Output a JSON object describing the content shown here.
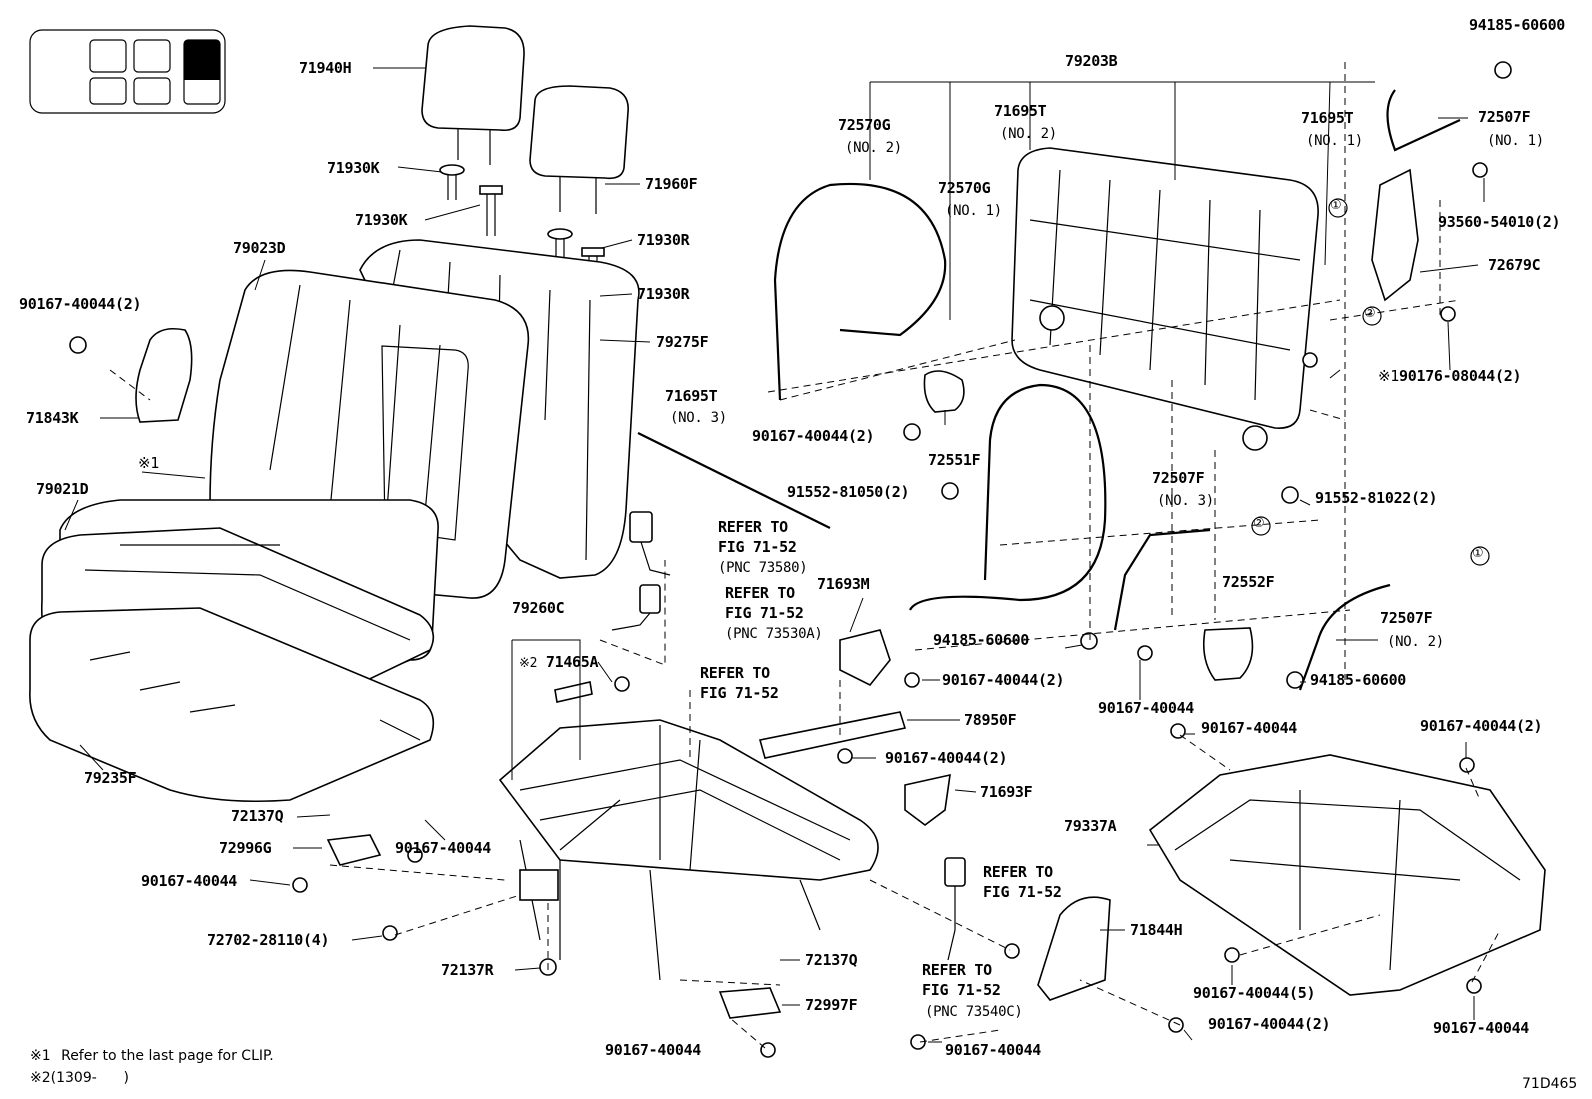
{
  "diagram_id": "71D465",
  "legend": {
    "icon": "seat-layout-icon",
    "highlight_color": "#000000"
  },
  "parts": [
    {
      "code": "71940H"
    },
    {
      "code": "71930K"
    },
    {
      "code": "71930K"
    },
    {
      "code": "71960F"
    },
    {
      "code": "71930R"
    },
    {
      "code": "71930R"
    },
    {
      "code": "79023D"
    },
    {
      "code": "79275F"
    },
    {
      "code": "90167-40044(2)"
    },
    {
      "code": "71843K"
    },
    {
      "code": "79021D"
    },
    {
      "code": "79235F"
    },
    {
      "code": "72137Q"
    },
    {
      "code": "72996G"
    },
    {
      "code": "90167-40044"
    },
    {
      "code": "90167-40044"
    },
    {
      "code": "72702-28110(4)"
    },
    {
      "code": "72137R"
    },
    {
      "code": "79260C"
    },
    {
      "code": "71465A"
    },
    {
      "code": "71695T",
      "sub": "(NO. 3)"
    },
    {
      "code": "71693M"
    },
    {
      "code": "90167-40044(2)"
    },
    {
      "code": "78950F"
    },
    {
      "code": "90167-40044(2)"
    },
    {
      "code": "71693F"
    },
    {
      "code": "72137Q"
    },
    {
      "code": "72997F"
    },
    {
      "code": "90167-40044"
    },
    {
      "code": "90167-40044"
    },
    {
      "code": "79203B"
    },
    {
      "code": "72570G",
      "sub": "(NO. 2)"
    },
    {
      "code": "72570G",
      "sub": "(NO. 1)"
    },
    {
      "code": "71695T",
      "sub": "(NO. 2)"
    },
    {
      "code": "71695T",
      "sub": "(NO. 1)"
    },
    {
      "code": "94185-60600"
    },
    {
      "code": "72507F",
      "sub": "(NO. 1)"
    },
    {
      "code": "93560-54010(2)"
    },
    {
      "code": "72679C"
    },
    {
      "code": "90176-08044(2)",
      "prefix": "※1"
    },
    {
      "code": "90167-40044(2)"
    },
    {
      "code": "72551F"
    },
    {
      "code": "91552-81050(2)"
    },
    {
      "code": "72507F",
      "sub": "(NO. 3)"
    },
    {
      "code": "91552-81022(2)"
    },
    {
      "code": "72552F"
    },
    {
      "code": "72507F",
      "sub": "(NO. 2)"
    },
    {
      "code": "94185-60600"
    },
    {
      "code": "94185-60600"
    },
    {
      "code": "90167-40044"
    },
    {
      "code": "90167-40044"
    },
    {
      "code": "90167-40044(2)"
    },
    {
      "code": "79337A"
    },
    {
      "code": "71844H"
    },
    {
      "code": "90167-40044(5)"
    },
    {
      "code": "90167-40044(2)"
    },
    {
      "code": "90167-40044"
    }
  ],
  "references": [
    {
      "line1": "REFER TO",
      "line2": "FIG 71-52",
      "line3": "(PNC 73580)"
    },
    {
      "line1": "REFER TO",
      "line2": "FIG 71-52",
      "line3": "(PNC 73530A)"
    },
    {
      "line1": "REFER TO",
      "line2": "FIG 71-52"
    },
    {
      "line1": "REFER TO",
      "line2": "FIG 71-52"
    },
    {
      "line1": "REFER TO",
      "line2": "FIG 71-52",
      "line3": "(PNC 73540C)"
    }
  ],
  "marks": {
    "clip": "※1",
    "serial": "※2",
    "circle1": "①",
    "circle2": "②"
  },
  "footnotes": [
    {
      "mark": "※1",
      "text": "Refer to the last page for CLIP."
    },
    {
      "mark": "※2",
      "text": "(1309-      )"
    }
  ]
}
